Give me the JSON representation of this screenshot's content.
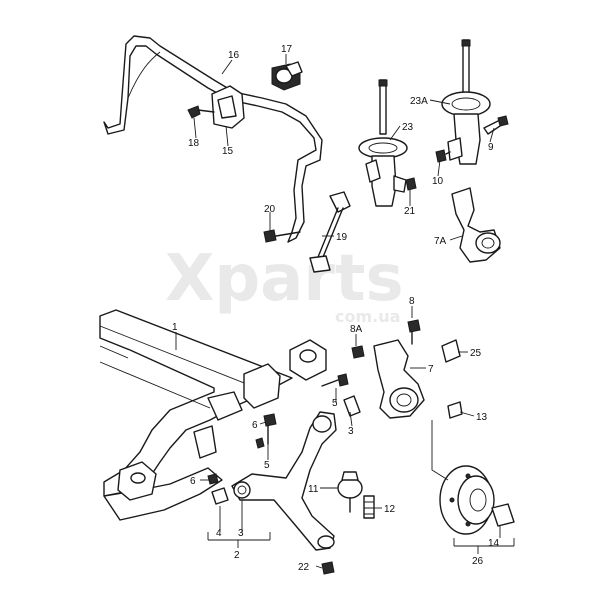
{
  "watermark": {
    "main": "Xparts",
    "sub": "com.ua"
  },
  "callouts": [
    {
      "id": "c1",
      "text": "1"
    },
    {
      "id": "c2",
      "text": "2"
    },
    {
      "id": "c3a",
      "text": "3"
    },
    {
      "id": "c3b",
      "text": "3"
    },
    {
      "id": "c4",
      "text": "4"
    },
    {
      "id": "c5a",
      "text": "5"
    },
    {
      "id": "c5b",
      "text": "5"
    },
    {
      "id": "c6a",
      "text": "6"
    },
    {
      "id": "c6b",
      "text": "6"
    },
    {
      "id": "c7",
      "text": "7"
    },
    {
      "id": "c7a",
      "text": "7A"
    },
    {
      "id": "c8",
      "text": "8"
    },
    {
      "id": "c8a",
      "text": "8A"
    },
    {
      "id": "c9",
      "text": "9"
    },
    {
      "id": "c10",
      "text": "10"
    },
    {
      "id": "c11",
      "text": "11"
    },
    {
      "id": "c12",
      "text": "12"
    },
    {
      "id": "c13",
      "text": "13"
    },
    {
      "id": "c14",
      "text": "14"
    },
    {
      "id": "c15",
      "text": "15"
    },
    {
      "id": "c16",
      "text": "16"
    },
    {
      "id": "c17",
      "text": "17"
    },
    {
      "id": "c18",
      "text": "18"
    },
    {
      "id": "c19",
      "text": "19"
    },
    {
      "id": "c20",
      "text": "20"
    },
    {
      "id": "c21",
      "text": "21"
    },
    {
      "id": "c22",
      "text": "22"
    },
    {
      "id": "c23",
      "text": "23"
    },
    {
      "id": "c23a",
      "text": "23A"
    },
    {
      "id": "c25",
      "text": "25"
    },
    {
      "id": "c26",
      "text": "26"
    }
  ]
}
